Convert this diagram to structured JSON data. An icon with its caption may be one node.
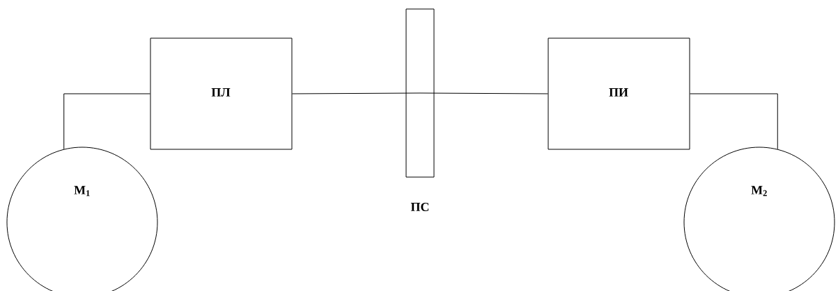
{
  "diagram": {
    "nodes": [
      {
        "text": [
          "М$_{1}$"
        ]
      },
      {
        "text": [
          "ПЛ"
        ]
      },
      {
        "text": [
          "ПС"
        ]
      },
      {
        "text": [
          "ПИ"
        ]
      },
      {
        "text": [
          "М$_{2}$"
        ]
      }
    ],
    "edges": [
      {
        "from": 0,
        "to": 1,
        "arrow": "none"
      },
      {
        "from": 1,
        "to": 2,
        "arrow": "none"
      },
      {
        "from": 2,
        "to": 3,
        "arrow": "none"
      },
      {
        "from": 3,
        "to": 4,
        "arrow": "none"
      }
    ]
  }
}
